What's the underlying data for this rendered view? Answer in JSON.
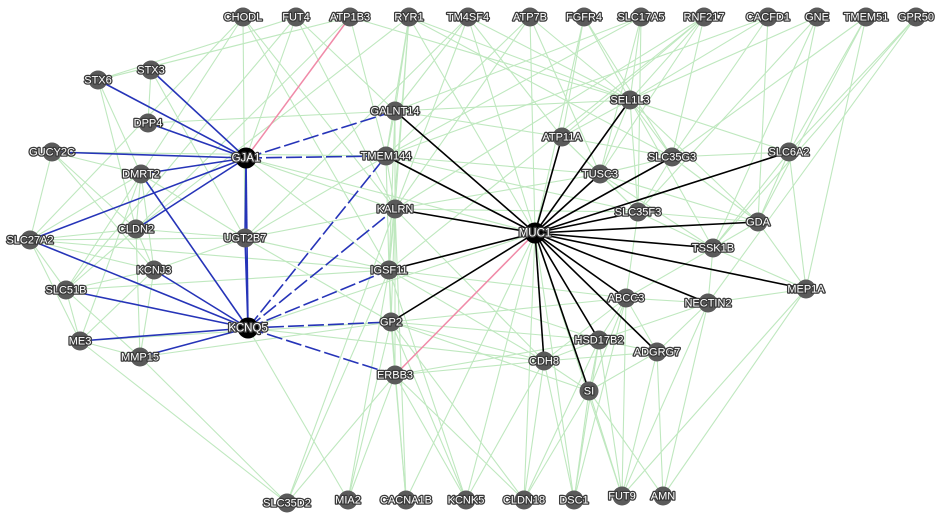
{
  "colors": {
    "background": "#ffffff",
    "node": "#5a5a5a",
    "hub_node": "#000000",
    "label_text": "#ffffff",
    "label_outline": "#3a3a3a",
    "edge_coexpression": "#bfe8bf",
    "edge_gja1_kcnq5": "#2634b8",
    "edge_muc1": "#000000",
    "edge_pink": "#f08aa8"
  },
  "nodes": [
    {
      "id": "CHODL",
      "label": "CHODL"
    },
    {
      "id": "FUT4",
      "label": "FUT4"
    },
    {
      "id": "ATP1B3",
      "label": "ATP1B3"
    },
    {
      "id": "RYR1",
      "label": "RYR1"
    },
    {
      "id": "TM4SF4",
      "label": "TM4SF4"
    },
    {
      "id": "ATP7B",
      "label": "ATP7B"
    },
    {
      "id": "FGFR4",
      "label": "FGFR4"
    },
    {
      "id": "SLC17A5",
      "label": "SLC17A5"
    },
    {
      "id": "RNF217",
      "label": "RNF217"
    },
    {
      "id": "CACFD1",
      "label": "CACFD1"
    },
    {
      "id": "GNE",
      "label": "GNE"
    },
    {
      "id": "TMEM51",
      "label": "TMEM51"
    },
    {
      "id": "GPR50",
      "label": "GPR50"
    },
    {
      "id": "STX6",
      "label": "STX6"
    },
    {
      "id": "STX3",
      "label": "STX3"
    },
    {
      "id": "DPP4",
      "label": "DPP4"
    },
    {
      "id": "GUCY2C",
      "label": "GUCY2C"
    },
    {
      "id": "DMRT2",
      "label": "DMRT2"
    },
    {
      "id": "GJA1",
      "label": "GJA1",
      "hub": true
    },
    {
      "id": "GALNT14",
      "label": "GALNT14"
    },
    {
      "id": "TMEM144",
      "label": "TMEM144"
    },
    {
      "id": "SEL1L3",
      "label": "SEL1L3"
    },
    {
      "id": "ATP11A",
      "label": "ATP11A"
    },
    {
      "id": "TUSC3",
      "label": "TUSC3"
    },
    {
      "id": "SLC35G3",
      "label": "SLC35G3"
    },
    {
      "id": "SLC6A2",
      "label": "SLC6A2"
    },
    {
      "id": "SLC27A2",
      "label": "SLC27A2"
    },
    {
      "id": "CLDN2",
      "label": "CLDN2"
    },
    {
      "id": "UGT2B7",
      "label": "UGT2B7"
    },
    {
      "id": "KALRN",
      "label": "KALRN"
    },
    {
      "id": "MUC1",
      "label": "MUC1",
      "hub": true
    },
    {
      "id": "SLC35F3",
      "label": "SLC35F3"
    },
    {
      "id": "GDA",
      "label": "GDA"
    },
    {
      "id": "TSSK1B",
      "label": "TSSK1B"
    },
    {
      "id": "KCNJ3",
      "label": "KCNJ3"
    },
    {
      "id": "IGSF11",
      "label": "IGSF11"
    },
    {
      "id": "SLC51B",
      "label": "SLC51B"
    },
    {
      "id": "ABCC3",
      "label": "ABCC3"
    },
    {
      "id": "NECTIN2",
      "label": "NECTIN2"
    },
    {
      "id": "MEP1A",
      "label": "MEP1A"
    },
    {
      "id": "KCNQ5",
      "label": "KCNQ5",
      "hub": true
    },
    {
      "id": "GP2",
      "label": "GP2"
    },
    {
      "id": "ME3",
      "label": "ME3"
    },
    {
      "id": "HSD17B2",
      "label": "HSD17B2"
    },
    {
      "id": "MMP15",
      "label": "MMP15"
    },
    {
      "id": "ADGRG7",
      "label": "ADGRG7"
    },
    {
      "id": "CDH8",
      "label": "CDH8"
    },
    {
      "id": "ERBB3",
      "label": "ERBB3"
    },
    {
      "id": "SI",
      "label": "SI"
    },
    {
      "id": "SLC35D2",
      "label": "SLC35D2"
    },
    {
      "id": "MIA2",
      "label": "MIA2"
    },
    {
      "id": "CACNA1B",
      "label": "CACNA1B"
    },
    {
      "id": "KCNK5",
      "label": "KCNK5"
    },
    {
      "id": "CLDN18",
      "label": "CLDN18"
    },
    {
      "id": "DSC1",
      "label": "DSC1"
    },
    {
      "id": "FUT9",
      "label": "FUT9"
    },
    {
      "id": "AMN",
      "label": "AMN"
    }
  ],
  "edges_highlight": [
    {
      "source": "GJA1",
      "target": "STX6",
      "type": "blue"
    },
    {
      "source": "GJA1",
      "target": "STX3",
      "type": "blue"
    },
    {
      "source": "GJA1",
      "target": "DPP4",
      "type": "blue"
    },
    {
      "source": "GJA1",
      "target": "GUCY2C",
      "type": "blue"
    },
    {
      "source": "GJA1",
      "target": "DMRT2",
      "type": "blue"
    },
    {
      "source": "GJA1",
      "target": "CLDN2",
      "type": "blue"
    },
    {
      "source": "GJA1",
      "target": "SLC27A2",
      "type": "blue"
    },
    {
      "source": "GJA1",
      "target": "UGT2B7",
      "type": "blue"
    },
    {
      "source": "GJA1",
      "target": "KCNQ5",
      "type": "blue"
    },
    {
      "source": "GJA1",
      "target": "GALNT14",
      "type": "blue-dashed"
    },
    {
      "source": "GJA1",
      "target": "TMEM144",
      "type": "blue-dashed"
    },
    {
      "source": "GJA1",
      "target": "ATP1B3",
      "type": "pink"
    },
    {
      "source": "KCNQ5",
      "target": "DMRT2",
      "type": "blue"
    },
    {
      "source": "KCNQ5",
      "target": "SLC27A2",
      "type": "blue"
    },
    {
      "source": "KCNQ5",
      "target": "KCNJ3",
      "type": "blue"
    },
    {
      "source": "KCNQ5",
      "target": "SLC51B",
      "type": "blue"
    },
    {
      "source": "KCNQ5",
      "target": "ME3",
      "type": "blue"
    },
    {
      "source": "KCNQ5",
      "target": "MMP15",
      "type": "blue"
    },
    {
      "source": "KCNQ5",
      "target": "UGT2B7",
      "type": "blue"
    },
    {
      "source": "KCNQ5",
      "target": "TMEM144",
      "type": "blue-dashed"
    },
    {
      "source": "KCNQ5",
      "target": "KALRN",
      "type": "blue-dashed"
    },
    {
      "source": "KCNQ5",
      "target": "IGSF11",
      "type": "blue-dashed"
    },
    {
      "source": "KCNQ5",
      "target": "GP2",
      "type": "blue-dashed"
    },
    {
      "source": "KCNQ5",
      "target": "ERBB3",
      "type": "blue-dashed"
    },
    {
      "source": "MUC1",
      "target": "GALNT14",
      "type": "black"
    },
    {
      "source": "MUC1",
      "target": "TMEM144",
      "type": "black"
    },
    {
      "source": "MUC1",
      "target": "KALRN",
      "type": "black"
    },
    {
      "source": "MUC1",
      "target": "IGSF11",
      "type": "black"
    },
    {
      "source": "MUC1",
      "target": "GP2",
      "type": "black"
    },
    {
      "source": "MUC1",
      "target": "SEL1L3",
      "type": "black"
    },
    {
      "source": "MUC1",
      "target": "ATP11A",
      "type": "black"
    },
    {
      "source": "MUC1",
      "target": "TUSC3",
      "type": "black"
    },
    {
      "source": "MUC1",
      "target": "SLC35G3",
      "type": "black"
    },
    {
      "source": "MUC1",
      "target": "SLC6A2",
      "type": "black"
    },
    {
      "source": "MUC1",
      "target": "SLC35F3",
      "type": "black"
    },
    {
      "source": "MUC1",
      "target": "GDA",
      "type": "black"
    },
    {
      "source": "MUC1",
      "target": "TSSK1B",
      "type": "black"
    },
    {
      "source": "MUC1",
      "target": "MEP1A",
      "type": "black"
    },
    {
      "source": "MUC1",
      "target": "NECTIN2",
      "type": "black"
    },
    {
      "source": "MUC1",
      "target": "ABCC3",
      "type": "black"
    },
    {
      "source": "MUC1",
      "target": "ADGRG7",
      "type": "black"
    },
    {
      "source": "MUC1",
      "target": "HSD17B2",
      "type": "black"
    },
    {
      "source": "MUC1",
      "target": "SI",
      "type": "black"
    },
    {
      "source": "MUC1",
      "target": "CDH8",
      "type": "black"
    },
    {
      "source": "MUC1",
      "target": "ERBB3",
      "type": "pink"
    }
  ],
  "edges_background": [
    [
      "CHODL",
      "DMRT2"
    ],
    [
      "CHODL",
      "UGT2B7"
    ],
    [
      "CHODL",
      "KALRN"
    ],
    [
      "CHODL",
      "IGSF11"
    ],
    [
      "FUT4",
      "GJA1"
    ],
    [
      "FUT4",
      "KALRN"
    ],
    [
      "FUT4",
      "GALNT14"
    ],
    [
      "FUT4",
      "SLC51B"
    ],
    [
      "ATP1B3",
      "SEL1L3"
    ],
    [
      "ATP1B3",
      "TMEM144"
    ],
    [
      "ATP1B3",
      "CLDN2"
    ],
    [
      "RYR1",
      "GALNT14"
    ],
    [
      "RYR1",
      "TMEM144"
    ],
    [
      "RYR1",
      "KALRN"
    ],
    [
      "RYR1",
      "SEL1L3"
    ],
    [
      "RYR1",
      "MUC1"
    ],
    [
      "RYR1",
      "SLC35G3"
    ],
    [
      "RYR1",
      "IGSF11"
    ],
    [
      "TM4SF4",
      "SEL1L3"
    ],
    [
      "TM4SF4",
      "ATP11A"
    ],
    [
      "TM4SF4",
      "GALNT14"
    ],
    [
      "TM4SF4",
      "KALRN"
    ],
    [
      "TM4SF4",
      "MUC1"
    ],
    [
      "ATP7B",
      "MUC1"
    ],
    [
      "ATP7B",
      "SEL1L3"
    ],
    [
      "ATP7B",
      "TUSC3"
    ],
    [
      "ATP7B",
      "KALRN"
    ],
    [
      "ATP7B",
      "TMEM144"
    ],
    [
      "FGFR4",
      "SEL1L3"
    ],
    [
      "FGFR4",
      "SLC35G3"
    ],
    [
      "FGFR4",
      "ATP11A"
    ],
    [
      "FGFR4",
      "MUC1"
    ],
    [
      "SLC17A5",
      "SEL1L3"
    ],
    [
      "SLC17A5",
      "TUSC3"
    ],
    [
      "SLC17A5",
      "SLC35F3"
    ],
    [
      "SLC17A5",
      "GALNT14"
    ],
    [
      "SLC17A5",
      "TMEM144"
    ],
    [
      "RNF217",
      "SEL1L3"
    ],
    [
      "RNF217",
      "SLC35G3"
    ],
    [
      "RNF217",
      "TUSC3"
    ],
    [
      "RNF217",
      "ATP11A"
    ],
    [
      "RNF217",
      "KALRN"
    ],
    [
      "RNF217",
      "IGSF11"
    ],
    [
      "CACFD1",
      "SEL1L3"
    ],
    [
      "CACFD1",
      "SLC35G3"
    ],
    [
      "CACFD1",
      "GDA"
    ],
    [
      "CACFD1",
      "TMEM144"
    ],
    [
      "GNE",
      "SLC6A2"
    ],
    [
      "GNE",
      "SEL1L3"
    ],
    [
      "GNE",
      "SLC35F3"
    ],
    [
      "GNE",
      "TSSK1B"
    ],
    [
      "TMEM51",
      "SLC6A2"
    ],
    [
      "TMEM51",
      "MEP1A"
    ],
    [
      "TMEM51",
      "GDA"
    ],
    [
      "TMEM51",
      "SLC35G3"
    ],
    [
      "GPR50",
      "SLC6A2"
    ],
    [
      "GPR50",
      "TSSK1B"
    ],
    [
      "GPR50",
      "NECTIN2"
    ],
    [
      "STX6",
      "DMRT2"
    ],
    [
      "STX6",
      "CLDN2"
    ],
    [
      "STX3",
      "DPP4"
    ],
    [
      "STX3",
      "UGT2B7"
    ],
    [
      "GUCY2C",
      "DMRT2"
    ],
    [
      "GUCY2C",
      "CLDN2"
    ],
    [
      "GUCY2C",
      "SLC27A2"
    ],
    [
      "GUCY2C",
      "KCNJ3"
    ],
    [
      "DMRT2",
      "CLDN2"
    ],
    [
      "DMRT2",
      "SLC27A2"
    ],
    [
      "DMRT2",
      "KCNJ3"
    ],
    [
      "DMRT2",
      "UGT2B7"
    ],
    [
      "DMRT2",
      "ME3"
    ],
    [
      "DMRT2",
      "SLC51B"
    ],
    [
      "SLC27A2",
      "CLDN2"
    ],
    [
      "SLC27A2",
      "KCNJ3"
    ],
    [
      "SLC27A2",
      "SLC51B"
    ],
    [
      "SLC27A2",
      "ME3"
    ],
    [
      "SLC27A2",
      "UGT2B7"
    ],
    [
      "SLC27A2",
      "IGSF11"
    ],
    [
      "CLDN2",
      "KCNJ3"
    ],
    [
      "CLDN2",
      "UGT2B7"
    ],
    [
      "CLDN2",
      "SLC51B"
    ],
    [
      "CLDN2",
      "MMP15"
    ],
    [
      "KCNJ3",
      "SLC51B"
    ],
    [
      "KCNJ3",
      "ME3"
    ],
    [
      "KCNJ3",
      "MMP15"
    ],
    [
      "KCNJ3",
      "UGT2B7"
    ],
    [
      "SLC51B",
      "ME3"
    ],
    [
      "SLC51B",
      "MMP15"
    ],
    [
      "ME3",
      "MMP15"
    ],
    [
      "UGT2B7",
      "KALRN"
    ],
    [
      "UGT2B7",
      "IGSF11"
    ],
    [
      "UGT2B7",
      "GP2"
    ],
    [
      "UGT2B7",
      "TMEM144"
    ],
    [
      "GALNT14",
      "TMEM144"
    ],
    [
      "GALNT14",
      "KALRN"
    ],
    [
      "GALNT14",
      "SEL1L3"
    ],
    [
      "GALNT14",
      "IGSF11"
    ],
    [
      "GALNT14",
      "ATP11A"
    ],
    [
      "TMEM144",
      "KALRN"
    ],
    [
      "TMEM144",
      "IGSF11"
    ],
    [
      "TMEM144",
      "TUSC3"
    ],
    [
      "TMEM144",
      "SLC35F3"
    ],
    [
      "KALRN",
      "IGSF11"
    ],
    [
      "KALRN",
      "GP2"
    ],
    [
      "KALRN",
      "ERBB3"
    ],
    [
      "KALRN",
      "CDH8"
    ],
    [
      "KALRN",
      "SLC35F3"
    ],
    [
      "KALRN",
      "TUSC3"
    ],
    [
      "IGSF11",
      "GP2"
    ],
    [
      "IGSF11",
      "ERBB3"
    ],
    [
      "IGSF11",
      "CDH8"
    ],
    [
      "IGSF11",
      "ABCC3"
    ],
    [
      "IGSF11",
      "HSD17B2"
    ],
    [
      "GP2",
      "ERBB3"
    ],
    [
      "GP2",
      "CDH8"
    ],
    [
      "GP2",
      "HSD17B2"
    ],
    [
      "GP2",
      "ABCC3"
    ],
    [
      "GP2",
      "SI"
    ],
    [
      "ERBB3",
      "CDH8"
    ],
    [
      "ERBB3",
      "SLC35D2"
    ],
    [
      "ERBB3",
      "MIA2"
    ],
    [
      "ERBB3",
      "HSD17B2"
    ],
    [
      "SEL1L3",
      "ATP11A"
    ],
    [
      "SEL1L3",
      "TUSC3"
    ],
    [
      "SEL1L3",
      "SLC35G3"
    ],
    [
      "SEL1L3",
      "SLC35F3"
    ],
    [
      "SEL1L3",
      "GDA"
    ],
    [
      "SEL1L3",
      "TSSK1B"
    ],
    [
      "SEL1L3",
      "SLC6A2"
    ],
    [
      "ATP11A",
      "TUSC3"
    ],
    [
      "ATP11A",
      "SLC35F3"
    ],
    [
      "ATP11A",
      "SLC35G3"
    ],
    [
      "TUSC3",
      "SLC35G3"
    ],
    [
      "TUSC3",
      "SLC35F3"
    ],
    [
      "TUSC3",
      "GDA"
    ],
    [
      "TUSC3",
      "TSSK1B"
    ],
    [
      "SLC35G3",
      "SLC35F3"
    ],
    [
      "SLC35G3",
      "SLC6A2"
    ],
    [
      "SLC35G3",
      "GDA"
    ],
    [
      "SLC6A2",
      "GDA"
    ],
    [
      "SLC6A2",
      "MEP1A"
    ],
    [
      "SLC6A2",
      "TSSK1B"
    ],
    [
      "SLC35F3",
      "GDA"
    ],
    [
      "SLC35F3",
      "TSSK1B"
    ],
    [
      "SLC35F3",
      "ABCC3"
    ],
    [
      "GDA",
      "TSSK1B"
    ],
    [
      "GDA",
      "MEP1A"
    ],
    [
      "TSSK1B",
      "MEP1A"
    ],
    [
      "TSSK1B",
      "NECTIN2"
    ],
    [
      "TSSK1B",
      "ABCC3"
    ],
    [
      "ABCC3",
      "NECTIN2"
    ],
    [
      "ABCC3",
      "HSD17B2"
    ],
    [
      "ABCC3",
      "ADGRG7"
    ],
    [
      "ABCC3",
      "CDH8"
    ],
    [
      "ABCC3",
      "SI"
    ],
    [
      "NECTIN2",
      "MEP1A"
    ],
    [
      "NECTIN2",
      "ADGRG7"
    ],
    [
      "NECTIN2",
      "HSD17B2"
    ],
    [
      "HSD17B2",
      "CDH8"
    ],
    [
      "HSD17B2",
      "ADGRG7"
    ],
    [
      "HSD17B2",
      "SI"
    ],
    [
      "HSD17B2",
      "FUT9"
    ],
    [
      "ADGRG7",
      "SI"
    ],
    [
      "ADGRG7",
      "FUT9"
    ],
    [
      "ADGRG7",
      "CDH8"
    ],
    [
      "CDH8",
      "SI"
    ],
    [
      "CDH8",
      "KCNK5"
    ],
    [
      "CDH8",
      "CLDN18"
    ],
    [
      "CDH8",
      "DSC1"
    ],
    [
      "SI",
      "FUT9"
    ],
    [
      "SI",
      "DSC1"
    ],
    [
      "SI",
      "CLDN18"
    ],
    [
      "SLC35D2",
      "KALRN"
    ],
    [
      "SLC35D2",
      "IGSF11"
    ],
    [
      "SLC35D2",
      "MMP15"
    ],
    [
      "SLC35D2",
      "ME3"
    ],
    [
      "MIA2",
      "GP2"
    ],
    [
      "MIA2",
      "IGSF11"
    ],
    [
      "MIA2",
      "KCNQ5"
    ],
    [
      "CACNA1B",
      "ERBB3"
    ],
    [
      "CACNA1B",
      "GP2"
    ],
    [
      "CACNA1B",
      "KALRN"
    ],
    [
      "CACNA1B",
      "MUC1"
    ],
    [
      "KCNK5",
      "ERBB3"
    ],
    [
      "KCNK5",
      "IGSF11"
    ],
    [
      "KCNK5",
      "MUC1"
    ],
    [
      "KCNK5",
      "GP2"
    ],
    [
      "CLDN18",
      "MUC1"
    ],
    [
      "CLDN18",
      "ERBB3"
    ],
    [
      "CLDN18",
      "GP2"
    ],
    [
      "CLDN18",
      "HSD17B2"
    ],
    [
      "DSC1",
      "MUC1"
    ],
    [
      "DSC1",
      "HSD17B2"
    ],
    [
      "DSC1",
      "ABCC3"
    ],
    [
      "FUT9",
      "MUC1"
    ],
    [
      "FUT9",
      "NECTIN2"
    ],
    [
      "FUT9",
      "ABCC3"
    ],
    [
      "FUT9",
      "MEP1A"
    ],
    [
      "AMN",
      "ADGRG7"
    ],
    [
      "AMN",
      "SI"
    ],
    [
      "AMN",
      "NECTIN2"
    ],
    [
      "AMN",
      "MEP1A"
    ],
    [
      "GJA1",
      "MUC1"
    ],
    [
      "GJA1",
      "KALRN"
    ],
    [
      "GJA1",
      "IGSF11"
    ],
    [
      "KCNQ5",
      "MUC1"
    ],
    [
      "KCNQ5",
      "CDH8"
    ],
    [
      "SLC51B",
      "IGSF11"
    ],
    [
      "MMP15",
      "GP2"
    ],
    [
      "ME3",
      "GP2"
    ],
    [
      "GUCY2C",
      "TMEM144"
    ],
    [
      "DPP4",
      "GALNT14"
    ],
    [
      "CHODL",
      "SLC27A2"
    ],
    [
      "FUT4",
      "STX6"
    ],
    [
      "ATP1B3",
      "STX6"
    ],
    [
      "RYR1",
      "CLDN2"
    ],
    [
      "TM4SF4",
      "UGT2B7"
    ]
  ]
}
